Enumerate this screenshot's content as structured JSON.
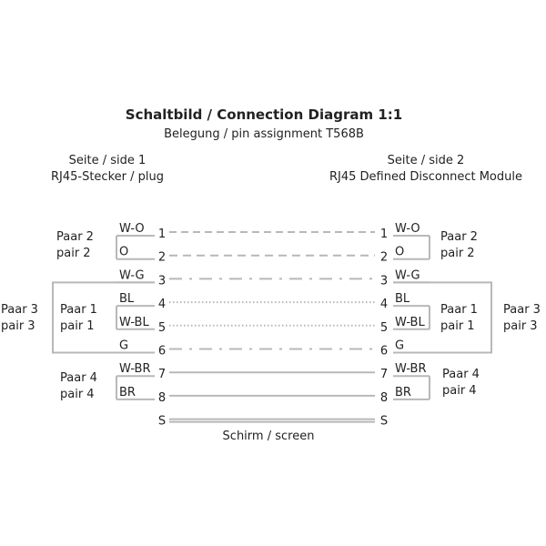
{
  "title": "Schaltbild / Connection Diagram 1:1",
  "subtitle": "Belegung  / pin assignment T568B",
  "side1": {
    "line1": "Seite / side 1",
    "line2": "RJ45-Stecker / plug"
  },
  "side2": {
    "line1": "Seite / side 2",
    "line2": "RJ45 Defined Disconnect Module"
  },
  "pins": [
    {
      "num": "1",
      "wire": "W-O",
      "style": "dashed"
    },
    {
      "num": "2",
      "wire": "O",
      "style": "long-dash"
    },
    {
      "num": "3",
      "wire": "W-G",
      "style": "dash-dot"
    },
    {
      "num": "4",
      "wire": "BL",
      "style": "dotted"
    },
    {
      "num": "5",
      "wire": "W-BL",
      "style": "dotted"
    },
    {
      "num": "6",
      "wire": "G",
      "style": "dash-dot"
    },
    {
      "num": "7",
      "wire": "W-BR",
      "style": "solid"
    },
    {
      "num": "8",
      "wire": "BR",
      "style": "solid"
    },
    {
      "num": "S",
      "wire": "",
      "style": "solid"
    }
  ],
  "pairs": {
    "pair2": {
      "de": "Paar 2",
      "en": "pair 2"
    },
    "pair1": {
      "de": "Paar 1",
      "en": "pair 1"
    },
    "pair3": {
      "de": "Paar 3",
      "en": "pair 3"
    },
    "pair4": {
      "de": "Paar 4",
      "en": "pair 4"
    }
  },
  "shield_label": "Schirm / screen",
  "colors": {
    "line": "#b8b8b8",
    "text": "#222222"
  }
}
